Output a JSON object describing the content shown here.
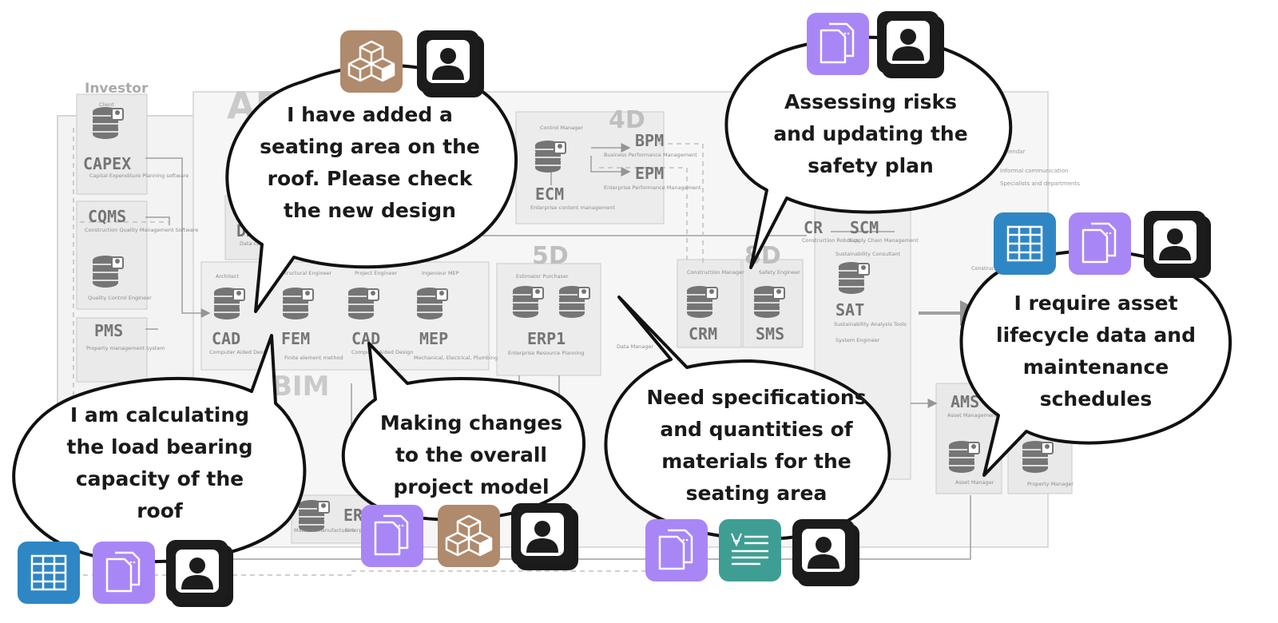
{
  "title": "AE",
  "legend": {
    "items": [
      "Calendar",
      "Informal communication",
      "Specialists and departments"
    ]
  },
  "zones": {
    "investor": "Investor",
    "bim": "BIM",
    "four_d": "4D",
    "five_d": "5D",
    "eight_d": "8D"
  },
  "systems": [
    {
      "abbr": "CAPEX",
      "role": "Client",
      "desc": "Capital Expenditure Planning software"
    },
    {
      "abbr": "CQMS",
      "role": "Quality Control Engineer",
      "desc": "Construction Quality Management Software"
    },
    {
      "abbr": "PMS",
      "role": "",
      "desc": "Property management system"
    },
    {
      "abbr": "DRON",
      "role": "",
      "desc": "Data capture Drones"
    },
    {
      "abbr": "CAD",
      "role": "Architect",
      "desc": "Computer Aided Design"
    },
    {
      "abbr": "FEM",
      "role": "Structural Engineer",
      "desc": "Finite element method"
    },
    {
      "abbr": "CAD",
      "role": "Project Engineer",
      "desc": "Computer Aided Design"
    },
    {
      "abbr": "MEP",
      "role": "Ingenieur MEP",
      "desc": "Mechanical, Electrical, Plumbing"
    },
    {
      "abbr": "ECM",
      "role": "Control Manager",
      "desc": "Enterprise content management"
    },
    {
      "abbr": "BPM",
      "role": "",
      "desc": "Business Performance Management"
    },
    {
      "abbr": "EPM",
      "role": "",
      "desc": "Enterprise Performance Management"
    },
    {
      "abbr": "ERP1",
      "role": "Estimator  Purchaser",
      "desc": "Enterprise Resource Planning"
    },
    {
      "abbr": "CRM",
      "role": "Construction Manager",
      "desc": ""
    },
    {
      "abbr": "SMS",
      "role": "Safety Engineer",
      "desc": ""
    },
    {
      "abbr": "CR",
      "role": "",
      "desc": "Construction Robotics"
    },
    {
      "abbr": "SCM",
      "role": "",
      "desc": "Supply Chain Management"
    },
    {
      "abbr": "SAT",
      "role": "Sustainability Consultant",
      "desc": "Sustainability Analysis Tools"
    },
    {
      "abbr": "AMS",
      "role": "Asset Manager",
      "desc": "Asset Management Software"
    },
    {
      "abbr": "ER",
      "role": "Material manufacturers",
      "desc": "Enterprise Resource"
    }
  ],
  "extra_labels": {
    "system_engineer": "System Engineer",
    "data_manager": "Data Manager",
    "property_manager": "Property Manager",
    "construction_project": "Construction Project"
  },
  "bubbles": {
    "architect": [
      "I have added a",
      "seating area on the",
      "roof. Please check",
      "the new design"
    ],
    "safety": [
      "Assessing risks",
      "and updating the",
      "safety plan"
    ],
    "asset": [
      "I require asset",
      "lifecycle data and",
      "maintenance",
      "schedules"
    ],
    "structural": [
      "I am calculating",
      "the load bearing",
      "capacity of the",
      "roof"
    ],
    "project": [
      "Making changes",
      "to the overall",
      "project model"
    ],
    "estimator": [
      "Need specifications",
      "and quantities of",
      "materials for the",
      "seating area"
    ]
  },
  "icon_colors": {
    "spreadsheet": "#2f86c4",
    "documents": "#a986f5",
    "model": "#b08a6c",
    "user": "#1c1c1c",
    "text_doc": "#3f9e94"
  }
}
